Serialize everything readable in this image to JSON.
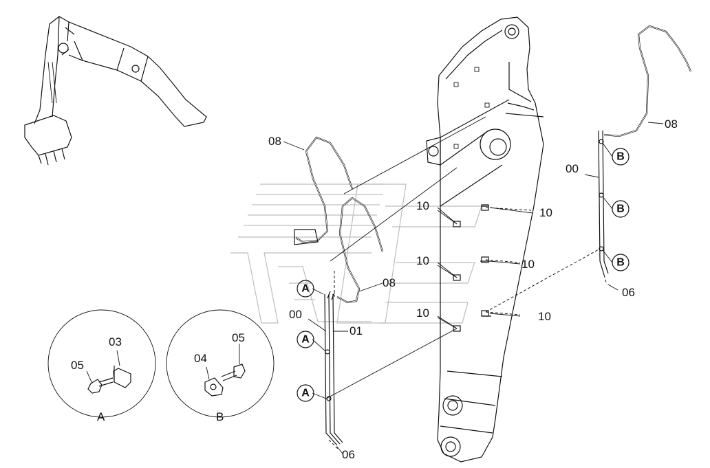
{
  "parts": {
    "p00": "00",
    "p01": "01",
    "p03": "03",
    "p04": "04",
    "p05": "05",
    "p06": "06",
    "p08": "08",
    "p10": "10"
  },
  "views": {
    "a": "A",
    "b": "B"
  }
}
